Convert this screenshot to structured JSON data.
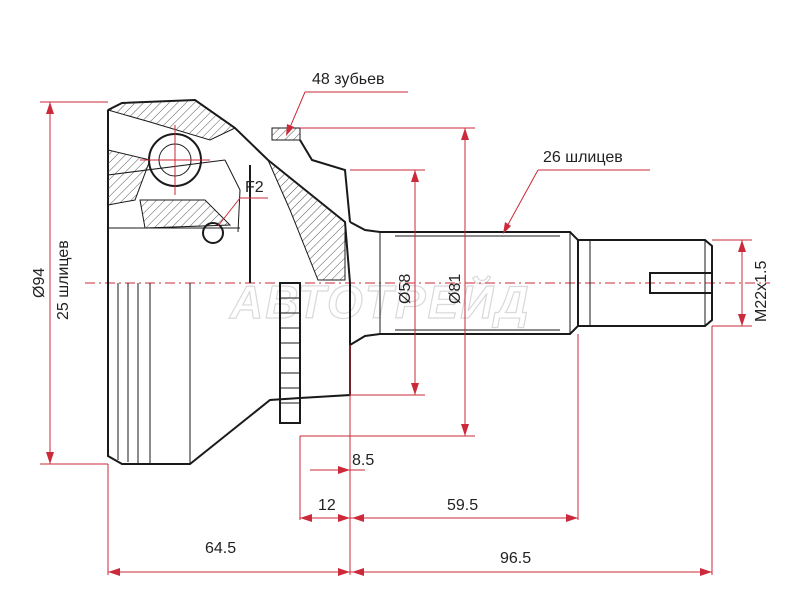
{
  "watermark": "АВТОТРЕЙД",
  "labels": {
    "teeth": "48 зубьев",
    "splines_shaft": "26 шлицев",
    "f2": "F2",
    "dia_outer": "Ø94",
    "splines_inner": "25 шлицев",
    "dia_58": "Ø58",
    "dia_81": "Ø81",
    "thread": "M22x1.5",
    "dim_8_5": "8.5",
    "dim_12": "12",
    "dim_59_5": "59.5",
    "dim_64_5": "64.5",
    "dim_96_5": "96.5"
  },
  "colors": {
    "dimension": "#cc2a3a",
    "outline": "#1a1a1a",
    "background": "#ffffff"
  }
}
